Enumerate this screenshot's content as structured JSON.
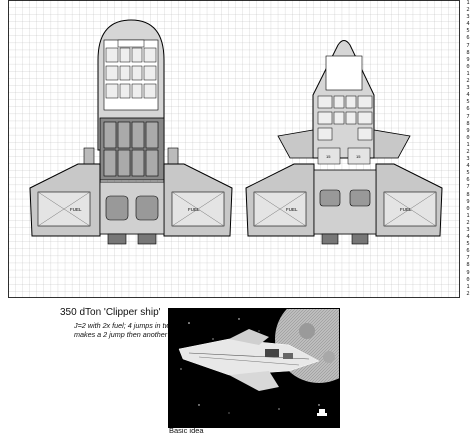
{
  "deck_plan": {
    "fuel_labels": [
      "FUEL",
      "FUEL",
      "FUEL",
      "FUEL"
    ],
    "small_fuel_labels": [
      "15",
      "15"
    ],
    "grid_color": "#b9b9b9",
    "hull_fill": "#c8c8c8",
    "ink": "#000000"
  },
  "ruler": {
    "digits": [
      "1",
      "2",
      "3",
      "4",
      "5",
      "6",
      "7",
      "8",
      "9",
      "0",
      "1",
      "2",
      "3",
      "4",
      "5",
      "6",
      "7",
      "8",
      "9",
      "0",
      "1",
      "2",
      "3",
      "4",
      "5",
      "6",
      "7",
      "8",
      "9",
      "0",
      "1",
      "2",
      "3",
      "4",
      "5",
      "6",
      "7",
      "8",
      "9",
      "0",
      "1",
      "2"
    ]
  },
  "caption": {
    "title": "350 dTon 'Clipper ship'",
    "note_line1": "J=2 with 2x fuel; 4 jumps in two weeks",
    "note_line2": "makes a 2 jump then another 2."
  },
  "artwork": {
    "label": "Basic idea",
    "style": "black-and-white space illustration"
  }
}
